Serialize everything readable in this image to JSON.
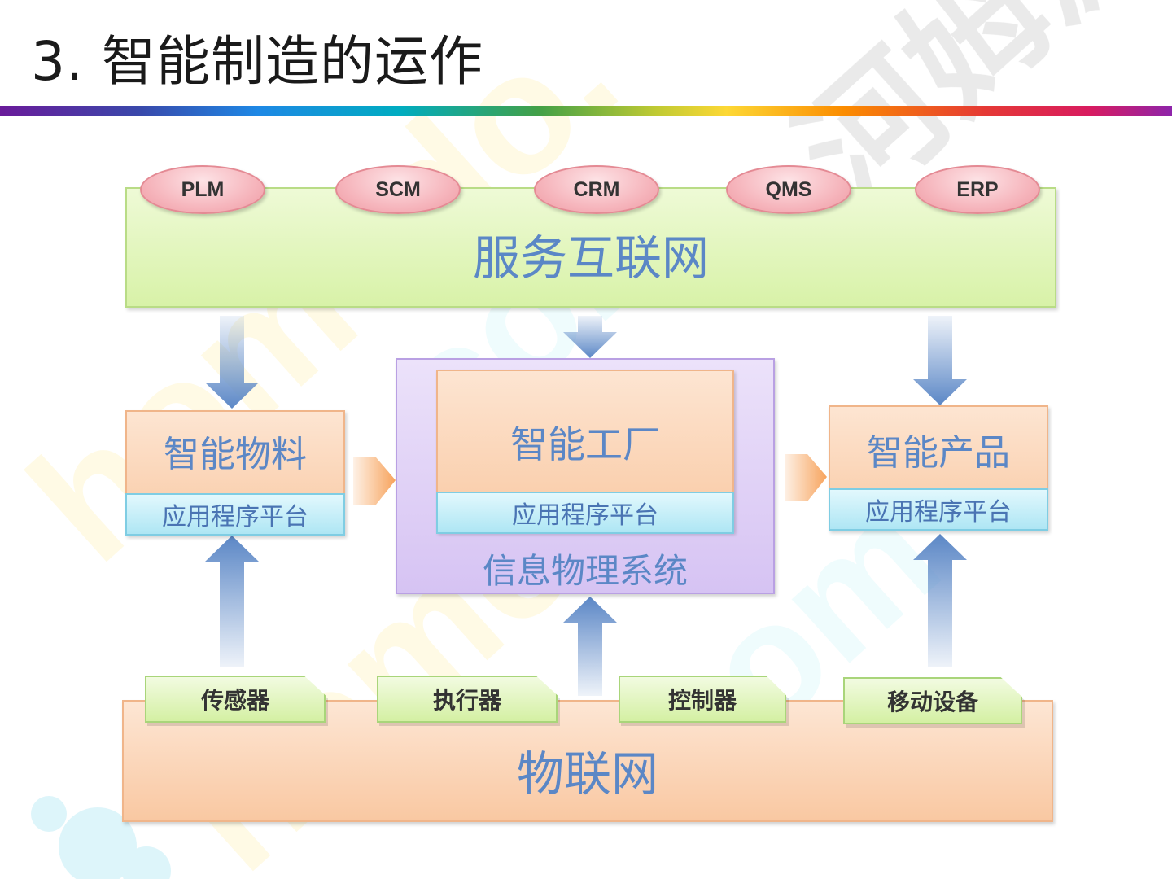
{
  "page": {
    "title": "3. 智能制造的运作"
  },
  "diagram": {
    "service_internet": {
      "label": "服务互联网",
      "systems": [
        "PLM",
        "SCM",
        "CRM",
        "QMS",
        "ERP"
      ]
    },
    "smart_material": {
      "label": "智能物料",
      "platform": "应用程序平台"
    },
    "cyber_physical_system": {
      "label": "信息物理系统",
      "smart_factory": {
        "label": "智能工厂",
        "platform": "应用程序平台"
      }
    },
    "smart_product": {
      "label": "智能产品",
      "platform": "应用程序平台"
    },
    "internet_of_things": {
      "label": "物联网",
      "devices": [
        "传感器",
        "执行器",
        "控制器",
        "移动设备"
      ]
    }
  },
  "watermark": {
    "text": "homedo.com",
    "logo_text": "河姆渡"
  },
  "colors": {
    "accent_blue_text": "#5b87c6",
    "arrow_blue": "#5b87c6",
    "arrow_orange": "#f7a35c"
  }
}
